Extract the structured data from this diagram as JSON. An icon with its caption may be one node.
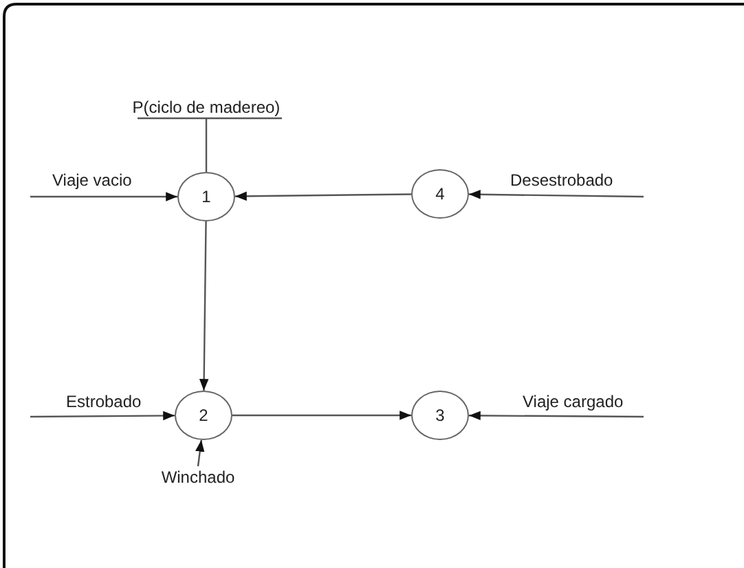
{
  "diagram": {
    "nodes": [
      {
        "text": [
          "P(ciclo de madereo)"
        ]
      },
      {
        "text": [
          "1"
        ]
      },
      {
        "text": [
          "4"
        ]
      },
      {
        "text": [
          "2"
        ]
      },
      {
        "text": [
          "3"
        ]
      },
      {
        "text": [
          "Winchado"
        ]
      }
    ],
    "edges": [
      {
        "from": 0,
        "to": 1,
        "arrow": "none"
      },
      {
        "from": null,
        "to": 1,
        "arrow": "to",
        "label": "Viaje vacio"
      },
      {
        "from": 2,
        "to": 1,
        "arrow": "to"
      },
      {
        "from": null,
        "to": 2,
        "arrow": "to",
        "label": "Desestrobado"
      },
      {
        "from": 1,
        "to": 3,
        "arrow": "to"
      },
      {
        "from": null,
        "to": 3,
        "arrow": "to",
        "label": "Estrobado"
      },
      {
        "from": 3,
        "to": 4,
        "arrow": "to"
      },
      {
        "from": null,
        "to": 4,
        "arrow": "to",
        "label": "Viaje cargado"
      },
      {
        "from": 5,
        "to": 3,
        "arrow": "to"
      }
    ]
  }
}
